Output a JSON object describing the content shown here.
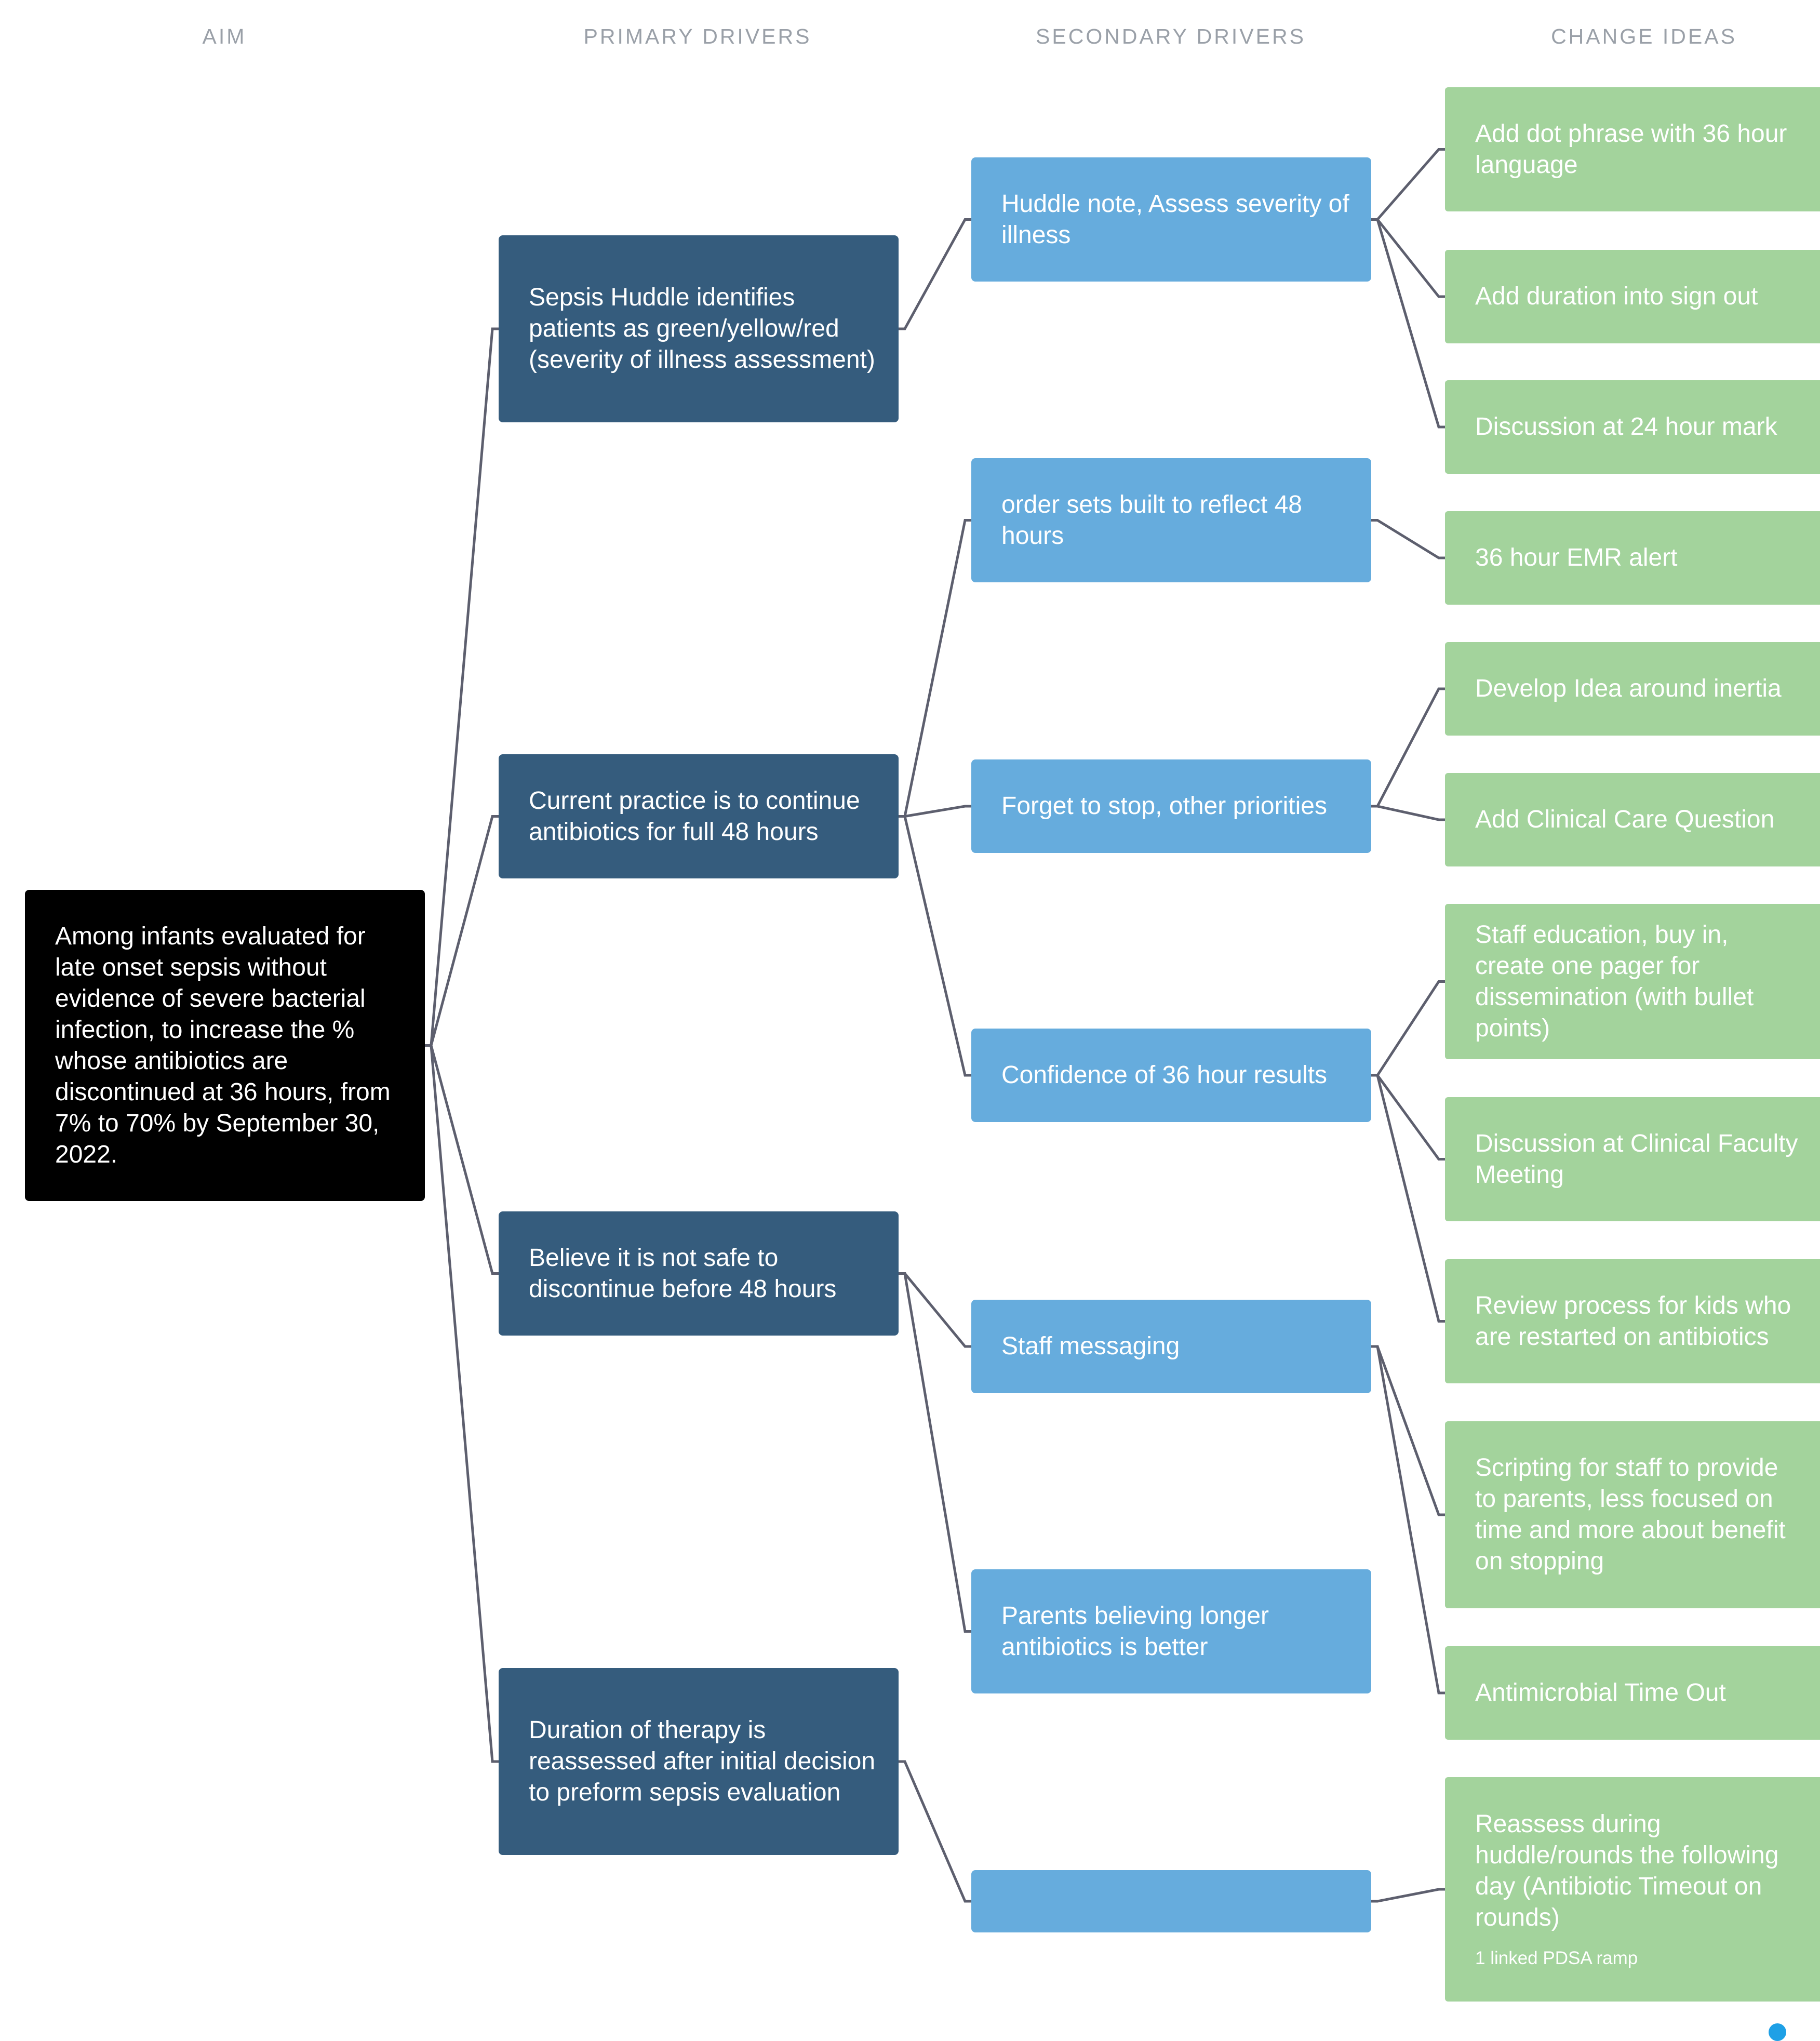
{
  "headers": {
    "aim": "AIM",
    "primary": "PRIMARY DRIVERS",
    "secondary": "SECONDARY DRIVERS",
    "change": "CHANGE IDEAS"
  },
  "colors": {
    "aim": "#000000",
    "primary": "#355c7d",
    "secondary": "#66acdd",
    "change": "#a3d39c",
    "connector": "#5d5f6e",
    "header_text": "#9aa0a8",
    "indicator": "#1ea0e6"
  },
  "aim": {
    "text": "Among infants evaluated for late onset sepsis without evidence of severe bacterial infection, to increase the % whose antibiotics are discontinued at 36 hours, from 7% to 70% by September 30, 2022."
  },
  "primary_drivers": [
    {
      "id": "p1",
      "text": "Sepsis Huddle identifies patients as green/yellow/red (severity of illness assessment)"
    },
    {
      "id": "p2",
      "text": "Current practice is to continue antibiotics for full 48 hours"
    },
    {
      "id": "p3",
      "text": "Believe it is not safe to discontinue before 48 hours"
    },
    {
      "id": "p4",
      "text": "Duration of therapy is reassessed after initial decision to preform sepsis evaluation"
    }
  ],
  "secondary_drivers": [
    {
      "id": "s1",
      "text": "Huddle note, Assess severity of illness"
    },
    {
      "id": "s2",
      "text": "order sets built to reflect 48 hours"
    },
    {
      "id": "s3",
      "text": "Forget to stop, other priorities"
    },
    {
      "id": "s4",
      "text": "Confidence of 36 hour results"
    },
    {
      "id": "s5",
      "text": "Staff messaging"
    },
    {
      "id": "s6",
      "text": "Parents believing longer antibiotics is better"
    },
    {
      "id": "s7",
      "text": ""
    }
  ],
  "change_ideas": [
    {
      "id": "c1",
      "text": "Add dot phrase with 36 hour language",
      "sub": ""
    },
    {
      "id": "c2",
      "text": "Add duration into sign out",
      "sub": ""
    },
    {
      "id": "c3",
      "text": "Discussion at 24 hour mark",
      "sub": ""
    },
    {
      "id": "c4",
      "text": "36 hour EMR alert",
      "sub": ""
    },
    {
      "id": "c5",
      "text": "Develop Idea around inertia",
      "sub": ""
    },
    {
      "id": "c6",
      "text": "Add Clinical Care Question",
      "sub": ""
    },
    {
      "id": "c7",
      "text": "Staff education, buy in, create one pager for dissemination (with bullet points)",
      "sub": ""
    },
    {
      "id": "c8",
      "text": "Discussion at Clinical Faculty Meeting",
      "sub": ""
    },
    {
      "id": "c9",
      "text": "Review process for kids who are restarted on antibiotics",
      "sub": ""
    },
    {
      "id": "c10",
      "text": "Scripting for staff to provide to parents, less focused on time and more about benefit on stopping",
      "sub": ""
    },
    {
      "id": "c11",
      "text": "Antimicrobial Time Out",
      "sub": ""
    },
    {
      "id": "c12",
      "text": "Reassess during huddle/rounds the following day (Antibiotic Timeout on rounds)",
      "sub": "1 linked PDSA ramp"
    }
  ],
  "links": [
    [
      "aim",
      "p1"
    ],
    [
      "aim",
      "p2"
    ],
    [
      "aim",
      "p3"
    ],
    [
      "aim",
      "p4"
    ],
    [
      "p1",
      "s1"
    ],
    [
      "p2",
      "s2"
    ],
    [
      "p2",
      "s3"
    ],
    [
      "p2",
      "s4"
    ],
    [
      "p3",
      "s5"
    ],
    [
      "p3",
      "s6"
    ],
    [
      "p4",
      "s7"
    ],
    [
      "s1",
      "c1"
    ],
    [
      "s1",
      "c2"
    ],
    [
      "s1",
      "c3"
    ],
    [
      "s2",
      "c4"
    ],
    [
      "s3",
      "c5"
    ],
    [
      "s3",
      "c6"
    ],
    [
      "s4",
      "c7"
    ],
    [
      "s4",
      "c8"
    ],
    [
      "s4",
      "c9"
    ],
    [
      "s5",
      "c10"
    ],
    [
      "s5",
      "c11"
    ],
    [
      "s7",
      "c12"
    ]
  ]
}
